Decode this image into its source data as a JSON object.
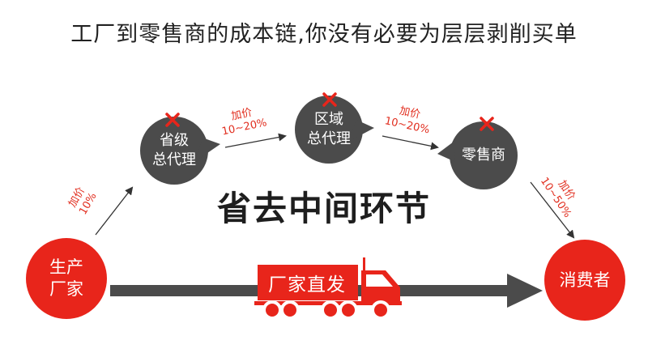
{
  "title": "工厂到零售商的成本链,你没有必要为层层剥削买单",
  "nodes": {
    "producer": [
      "生产",
      "厂家"
    ],
    "provincial_agent": [
      "省级",
      "总代理"
    ],
    "regional_agent": [
      "区域",
      "总代理"
    ],
    "retailer": [
      "零售商"
    ],
    "consumer": [
      "消费者"
    ]
  },
  "markups": {
    "m1": [
      "加价",
      "10%"
    ],
    "m2": [
      "加价",
      "10~20%"
    ],
    "m3": [
      "加价",
      "10~20%"
    ],
    "m4": [
      "加价",
      "10~50%"
    ]
  },
  "slogan": "省去中间环节",
  "truck_label": "厂家直发",
  "colors": {
    "red": "#e8251b",
    "gray": "#4b4b4b",
    "cross": "#e8251b"
  }
}
